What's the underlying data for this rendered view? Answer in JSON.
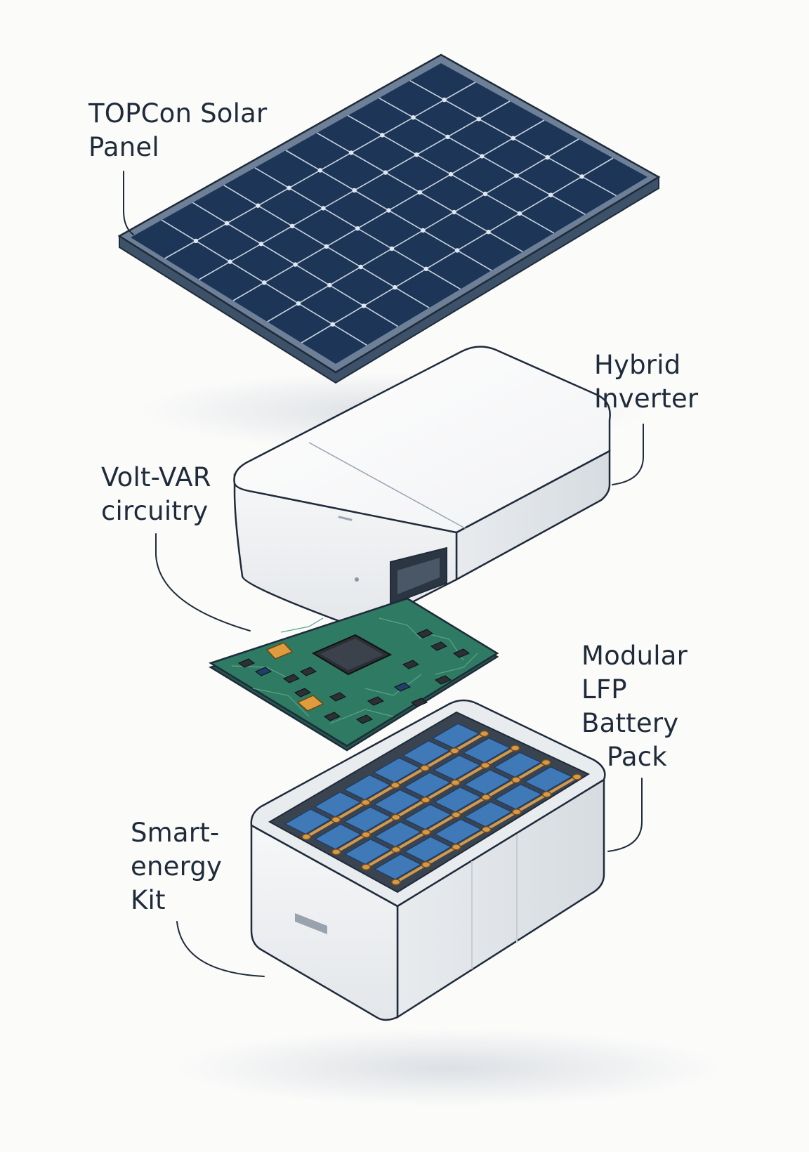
{
  "labels": {
    "solar_panel": [
      "TOPCon Solar",
      "Panel"
    ],
    "inverter": [
      "Hybrid",
      "Inverter"
    ],
    "voltvar": [
      "Volt-VAR",
      "circuitry"
    ],
    "battery": [
      "Modular",
      "LFP",
      "Battery",
      "Pack"
    ],
    "kit": [
      "Smart-",
      "energy",
      "Kit"
    ]
  },
  "colors": {
    "panel_cell": "#1d3557",
    "panel_frame": "#5b6f86",
    "pcb": "#2f7a63",
    "battery_cell": "#3f79b8",
    "busbar": "#d49a4b",
    "housing": "#f3f4f5",
    "line": "#1f2b3a"
  },
  "icons": [
    "solar-panel-icon",
    "inverter-box-icon",
    "circuit-board-icon",
    "battery-pack-icon"
  ]
}
